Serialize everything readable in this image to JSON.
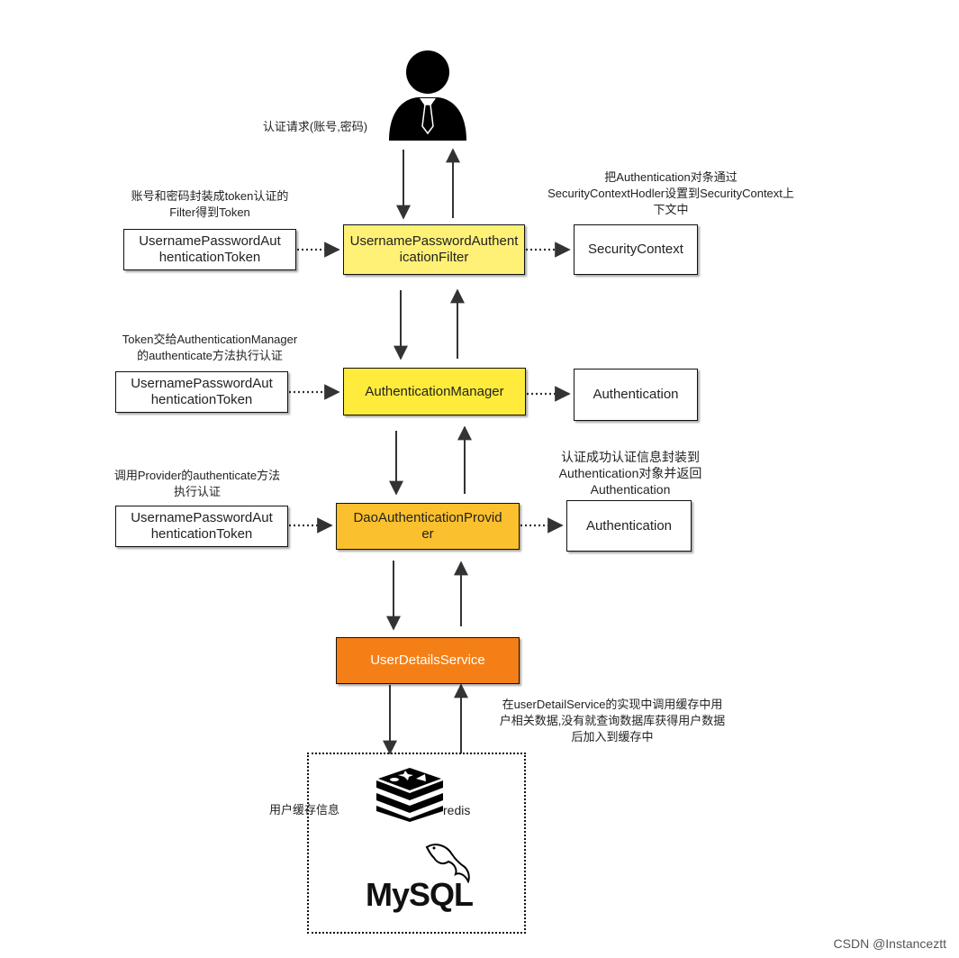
{
  "colors": {
    "filter": "#fff176",
    "manager": "#ffeb3b",
    "provider": "#fbc02d",
    "userdetails": "#f57f17",
    "plain": "#ffffff",
    "line": "#333333"
  },
  "actor": {
    "icon": "user-icon",
    "label": "认证请求(账号,密码)"
  },
  "rows": [
    {
      "note": "账号和密码封装成token认证的\nFilter得到Token",
      "token": "UsernamePasswordAut\nhenticationToken",
      "main": "UsernamePasswordAuthent\nicationFilter",
      "result_note": "把Authentication对条通过\nSecurityContextHodler设置到SecurityContext上\n下文中",
      "result": "SecurityContext"
    },
    {
      "note": "Token交给AuthenticationManager\n的authenticate方法执行认证",
      "token": "UsernamePasswordAut\nhenticationToken",
      "main": "AuthenticationManager",
      "result": "Authentication"
    },
    {
      "note": "调用Provider的authenticate方法\n执行认证",
      "token": "UsernamePasswordAut\nhenticationToken",
      "main": "DaoAuthenticationProvid\ner",
      "result_note": "认证成功认证信息封装到\nAuthentication对象并返回\nAuthentication",
      "result": "Authentication"
    }
  ],
  "userdetails": "UserDetailsService",
  "cache_note": "在userDetailService的实现中调用缓存中用\n户相关数据,没有就查询数据库获得用户数据\n后加入到缓存中",
  "storage": {
    "cache_label": "用户缓存信息",
    "redis_icon": "redis-logo-icon",
    "redis_label": "redis",
    "mysql_logo": "MySQL",
    "mysql_icon": "mysql-dolphin-icon"
  },
  "watermark": "CSDN @Instanceztt"
}
